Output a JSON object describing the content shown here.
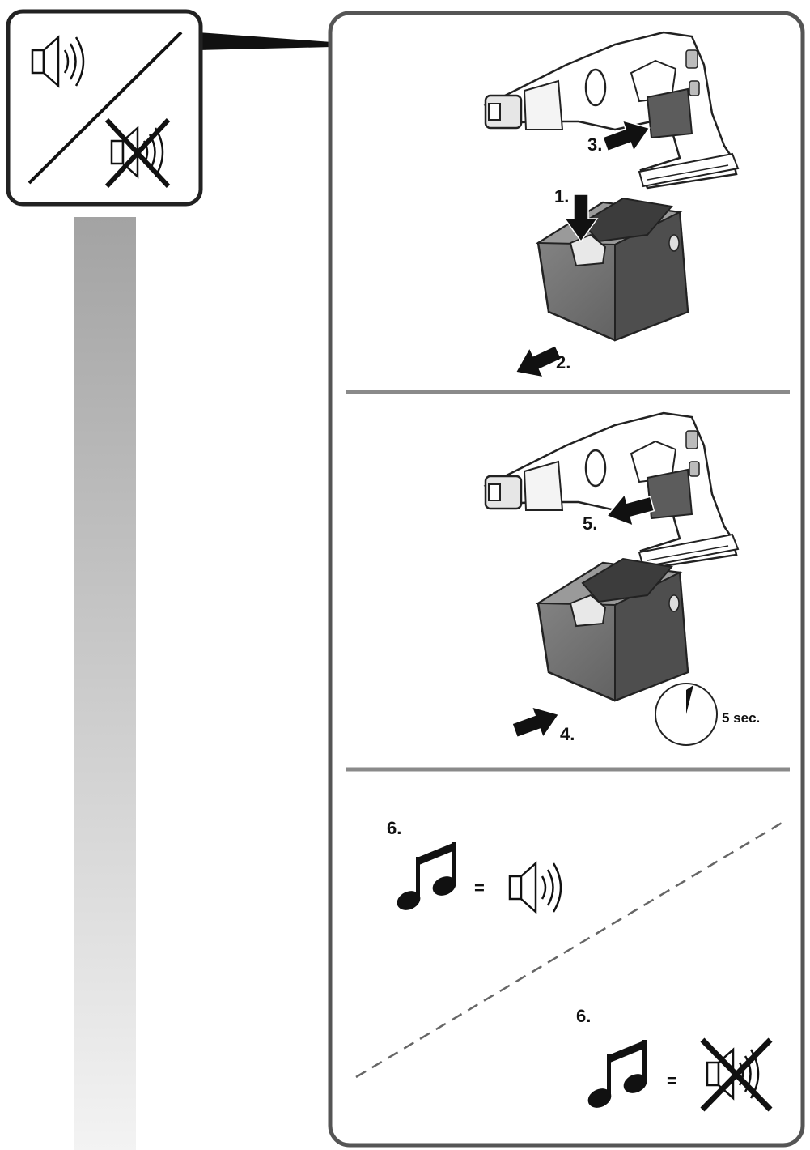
{
  "steps": {
    "step1": "1.",
    "step2": "2.",
    "step3": "3.",
    "step4": "4.",
    "step5": "5.",
    "step6_on": "6.",
    "step6_off": "6."
  },
  "timer": {
    "label": "5 sec."
  },
  "equals_sign": "=",
  "icons": {
    "badge": [
      "speaker-on-icon",
      "speaker-muted-icon"
    ],
    "panel1": [
      "drill-icon",
      "battery-pack-icon",
      "arrow-down-icon",
      "arrow-pull-icon",
      "arrow-insert-icon"
    ],
    "panel2": [
      "drill-icon",
      "battery-pack-icon",
      "arrow-push-icon",
      "arrow-remove-icon",
      "stopwatch-icon"
    ],
    "panel3": [
      "music-note-icon",
      "speaker-on-icon",
      "speaker-muted-icon"
    ]
  },
  "colors": {
    "outline": "#555555",
    "ink": "#111111",
    "battery": "#6e6e6e",
    "divider": "#8a8a8a"
  }
}
